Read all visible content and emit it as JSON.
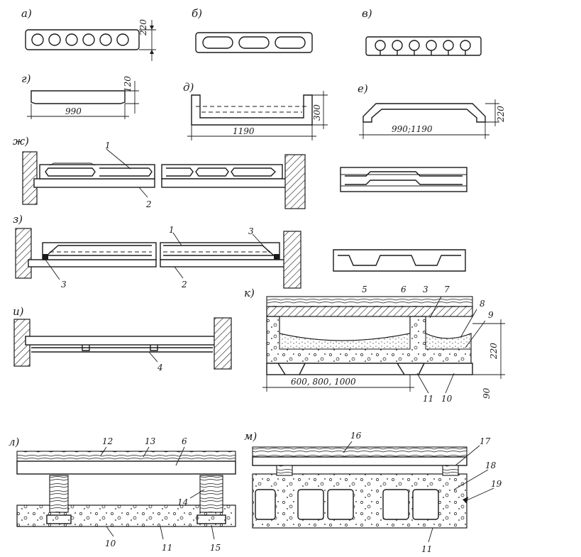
{
  "figure": {
    "panels": {
      "a": {
        "label": "а)",
        "dim_height": "220"
      },
      "b": {
        "label": "б)"
      },
      "v": {
        "label": "в)"
      },
      "g": {
        "label": "г)",
        "dim_height": "120",
        "dim_width": "990"
      },
      "d": {
        "label": "д)",
        "dim_height": "300",
        "dim_width": "1190"
      },
      "e": {
        "label": "е)",
        "dim_height": "220",
        "dim_width": "990;1190"
      },
      "zh": {
        "label": "ж)",
        "callouts": [
          "1",
          "2"
        ]
      },
      "z": {
        "label": "з)",
        "callouts": [
          "1",
          "3",
          "3",
          "2"
        ]
      },
      "i": {
        "label": "и)",
        "callouts": [
          "4"
        ]
      },
      "k": {
        "label": "к)",
        "callouts": [
          "5",
          "6",
          "3",
          "7",
          "8",
          "9",
          "11",
          "10"
        ],
        "dim_height": "220",
        "dim_small": "90",
        "dim_width": "600, 800, 1000"
      },
      "l": {
        "label": "л)",
        "callouts": [
          "12",
          "13",
          "6",
          "14",
          "10",
          "11",
          "15"
        ]
      },
      "m": {
        "label": "м)",
        "callouts": [
          "16",
          "17",
          "18",
          "19",
          "11"
        ]
      }
    }
  }
}
